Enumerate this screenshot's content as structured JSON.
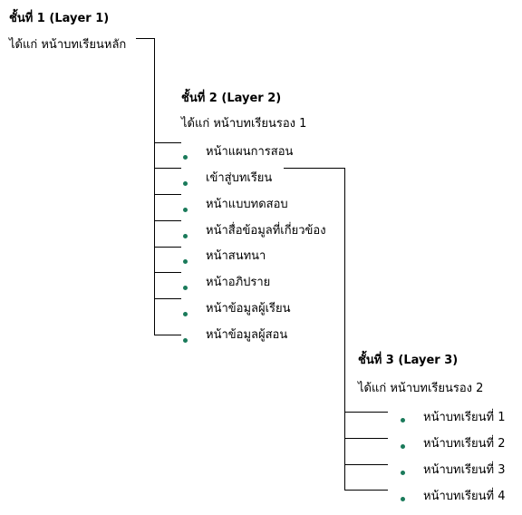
{
  "layer1": {
    "title": "ชั้นที่ 1 (Layer 1)",
    "subtitle": "ได้แก่ หน้าบทเรียนหลัก"
  },
  "layer2": {
    "title": "ชั้นที่ 2 (Layer 2)",
    "subtitle": "ได้แก่ หน้าบทเรียนรอง 1",
    "items": [
      "หน้าแผนการสอน",
      "เข้าสู่บทเรียน",
      "หน้าแบบทดสอบ",
      "หน้าสื่อข้อมูลที่เกี่ยวข้อง",
      "หน้าสนทนา",
      "หน้าอภิปราย",
      "หน้าข้อมูลผู้เรียน",
      "หน้าข้อมูลผู้สอน"
    ]
  },
  "layer3": {
    "title": "ชั้นที่ 3 (Layer 3)",
    "subtitle": "ได้แก่ หน้าบทเรียนรอง 2",
    "items": [
      "หน้าบทเรียนที่ 1",
      "หน้าบทเรียนที่ 2",
      "หน้าบทเรียนที่ 3",
      "หน้าบทเรียนที่ 4"
    ]
  },
  "colors": {
    "bullet": "#1a7a5a",
    "line": "#000000"
  }
}
